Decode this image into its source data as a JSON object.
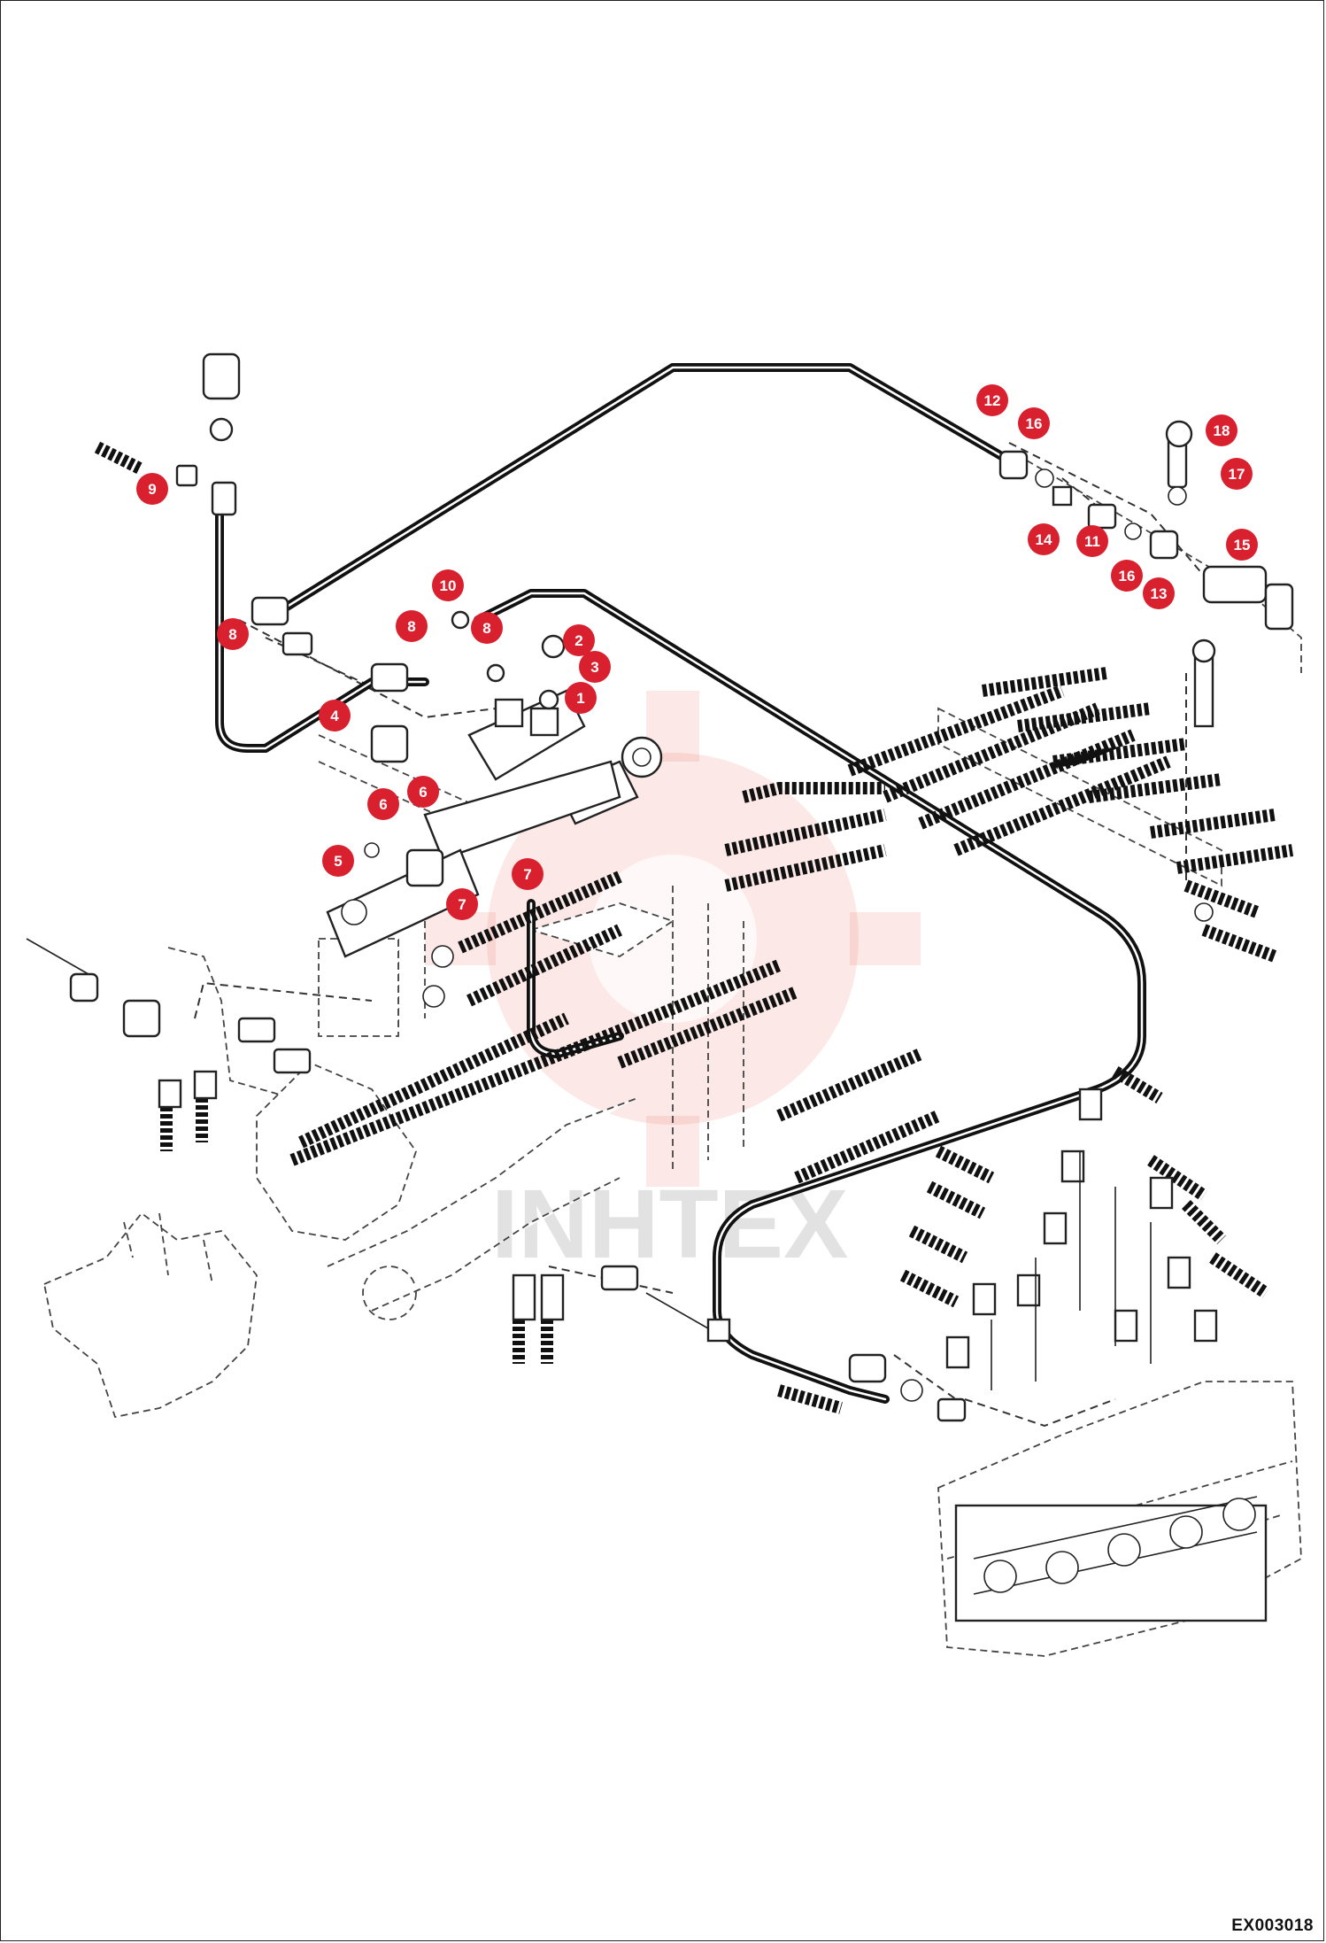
{
  "colors": {
    "callout": "#d9202f",
    "line": "#111111",
    "watermark": "#e8463d"
  },
  "drawing_code": "EX003018",
  "watermark_text": "INHTEX",
  "callouts": [
    {
      "label": "1"
    },
    {
      "label": "2"
    },
    {
      "label": "3"
    },
    {
      "label": "4"
    },
    {
      "label": "5"
    },
    {
      "label": "6"
    },
    {
      "label": "6"
    },
    {
      "label": "7"
    },
    {
      "label": "7"
    },
    {
      "label": "8"
    },
    {
      "label": "8"
    },
    {
      "label": "8"
    },
    {
      "label": "9"
    },
    {
      "label": "10"
    },
    {
      "label": "11"
    },
    {
      "label": "12"
    },
    {
      "label": "13"
    },
    {
      "label": "14"
    },
    {
      "label": "15"
    },
    {
      "label": "16"
    },
    {
      "label": "16"
    },
    {
      "label": "17"
    },
    {
      "label": "18"
    }
  ]
}
